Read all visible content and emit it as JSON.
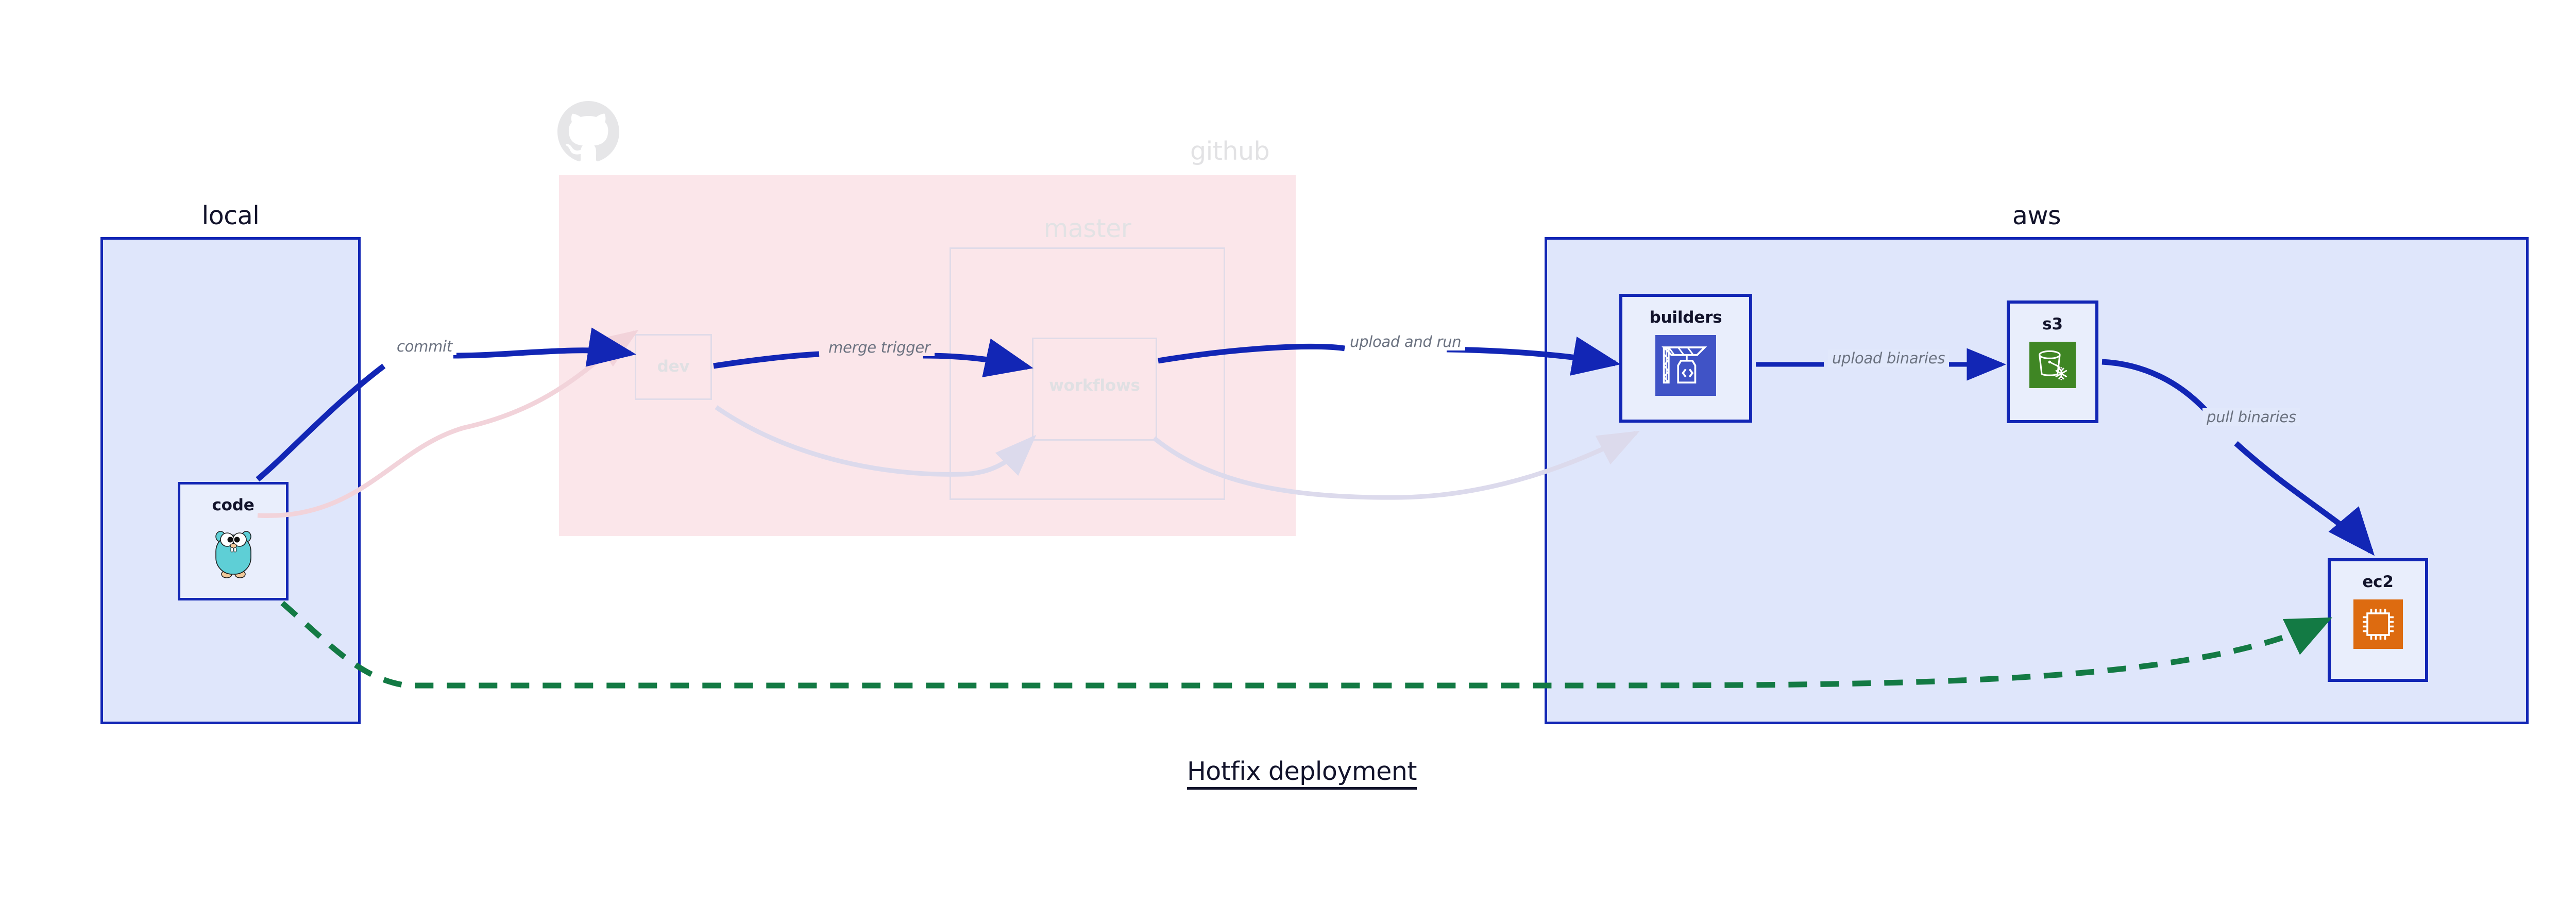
{
  "title": "Hotfix deployment",
  "colors": {
    "node_border": "#1226b5",
    "node_fill": "#e9eefc",
    "group_local_fill": "#dfe6fb",
    "group_aws_fill": "#dfe6fb",
    "group_github_fill": "#fbe6ea",
    "edge_active": "#1226b5",
    "edge_dashed": "#137a44",
    "label_text": "#6b7280",
    "faded_text": "#e0e0e3",
    "title_text": "#12132b",
    "icon_builders_bg": "#4053c6",
    "icon_s3_bg": "#3f8624",
    "icon_ec2_bg": "#dd6b10",
    "icon_gopher": "#5ecfd6"
  },
  "groups": [
    {
      "id": "local",
      "label": "local",
      "faded": false
    },
    {
      "id": "github",
      "label": "github",
      "faded": true
    },
    {
      "id": "master",
      "label": "master",
      "faded": true
    },
    {
      "id": "aws",
      "label": "aws",
      "faded": false
    }
  ],
  "nodes": [
    {
      "id": "code",
      "label": "code",
      "icon": "go-gopher-icon",
      "faded": false
    },
    {
      "id": "dev",
      "label": "dev",
      "icon": null,
      "faded": true
    },
    {
      "id": "workflows",
      "label": "workflows",
      "icon": null,
      "faded": true
    },
    {
      "id": "builders",
      "label": "builders",
      "icon": "aws-codebuild-icon",
      "faded": false
    },
    {
      "id": "s3",
      "label": "s3",
      "icon": "aws-s3-glacier-icon",
      "faded": false
    },
    {
      "id": "ec2",
      "label": "ec2",
      "icon": "aws-ec2-icon",
      "faded": false
    }
  ],
  "edges": [
    {
      "id": "commit",
      "label": "commit",
      "from": "code",
      "to": "dev",
      "style": "solid",
      "state": "active"
    },
    {
      "id": "merge-trigger",
      "label": "merge trigger",
      "from": "dev",
      "to": "workflows",
      "style": "solid",
      "state": "active"
    },
    {
      "id": "upload-and-run",
      "label": "upload and run",
      "from": "workflows",
      "to": "builders",
      "style": "solid",
      "state": "active"
    },
    {
      "id": "upload-binaries",
      "label": "upload binaries",
      "from": "builders",
      "to": "s3",
      "style": "solid",
      "state": "active"
    },
    {
      "id": "pull-binaries",
      "label": "pull binaries",
      "from": "s3",
      "to": "ec2",
      "style": "solid",
      "state": "active"
    },
    {
      "id": "hotfix-direct",
      "label": "",
      "from": "code",
      "to": "ec2",
      "style": "dashed",
      "state": "active"
    }
  ],
  "icons": {
    "github_logo": "github-octocat-icon"
  }
}
